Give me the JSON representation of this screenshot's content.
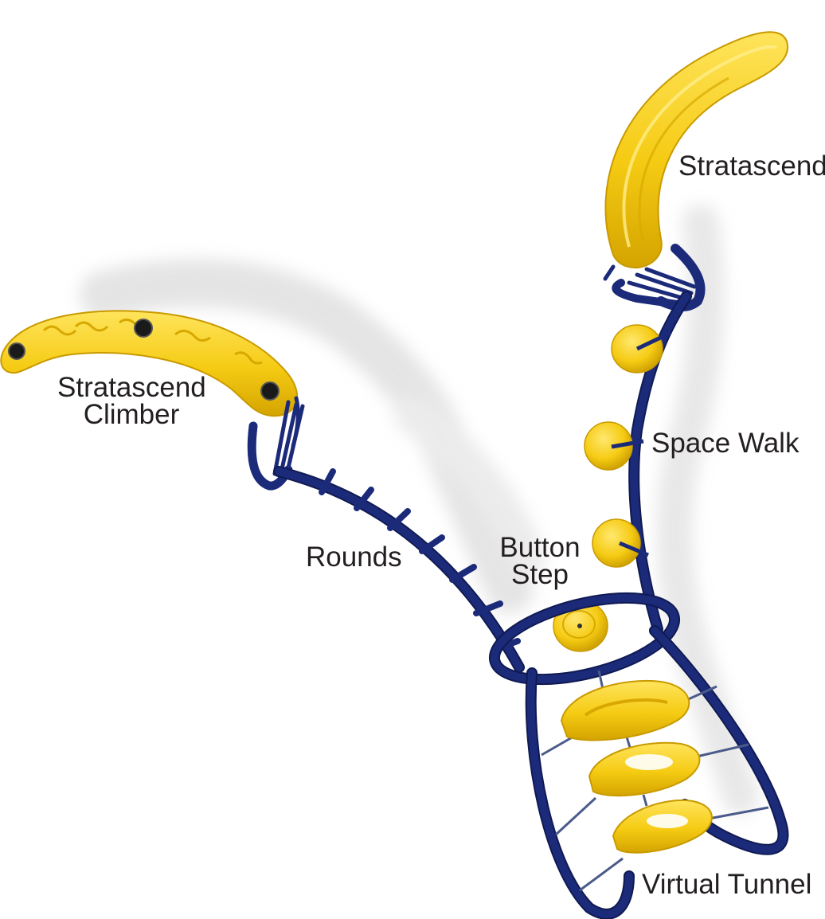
{
  "labels": {
    "stratascend": "Stratascend",
    "stratascend_climber_line1": "Stratascend",
    "stratascend_climber_line2": "Climber",
    "space_walk": "Space Walk",
    "rounds": "Rounds",
    "button_step_line1": "Button",
    "button_step_line2": "Step",
    "virtual_tunnel": "Virtual Tunnel"
  },
  "colors": {
    "frame_blue": "#1b2b7a",
    "frame_blue_dark": "#101a52",
    "part_yellow": "#f5cb13",
    "part_yellow_dark": "#d4a400",
    "part_yellow_light": "#ffe45c",
    "shadow": "#d9d9d9",
    "label_text": "#231f20"
  }
}
